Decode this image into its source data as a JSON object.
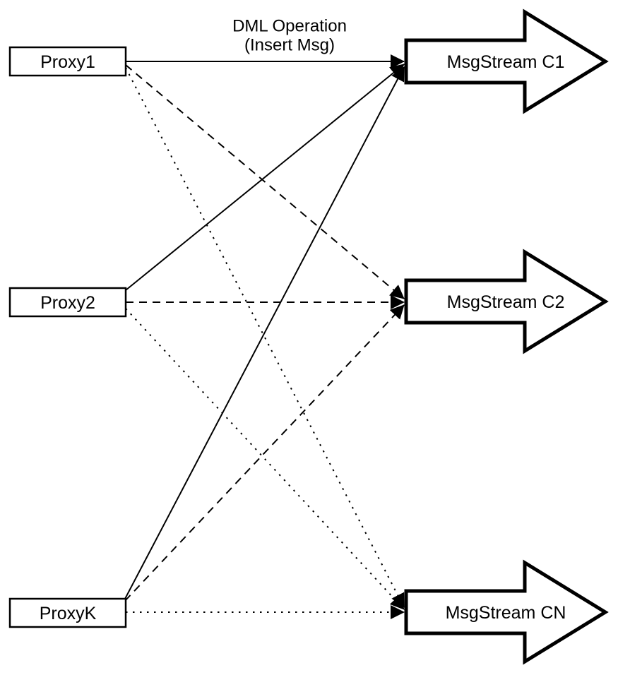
{
  "diagram": {
    "annotation": {
      "line1": "DML Operation",
      "line2": "(Insert Msg)"
    },
    "proxies": [
      {
        "label": "Proxy1"
      },
      {
        "label": "Proxy2"
      },
      {
        "label": "ProxyK"
      }
    ],
    "streams": [
      {
        "label": "MsgStream C1"
      },
      {
        "label": "MsgStream C2"
      },
      {
        "label": "MsgStream CN"
      }
    ],
    "connections": [
      {
        "from": "Proxy1",
        "to": "MsgStream C1",
        "style": "solid",
        "annotation": "DML Operation (Insert Msg)"
      },
      {
        "from": "Proxy1",
        "to": "MsgStream C2",
        "style": "dashed"
      },
      {
        "from": "Proxy1",
        "to": "MsgStream CN",
        "style": "dotted"
      },
      {
        "from": "Proxy2",
        "to": "MsgStream C1",
        "style": "solid"
      },
      {
        "from": "Proxy2",
        "to": "MsgStream C2",
        "style": "dashed"
      },
      {
        "from": "Proxy2",
        "to": "MsgStream CN",
        "style": "dotted"
      },
      {
        "from": "ProxyK",
        "to": "MsgStream C1",
        "style": "solid"
      },
      {
        "from": "ProxyK",
        "to": "MsgStream C2",
        "style": "dashed"
      },
      {
        "from": "ProxyK",
        "to": "MsgStream CN",
        "style": "dotted"
      }
    ],
    "colors": {
      "stroke": "#000000",
      "fill": "#ffffff",
      "background": "#ffffff"
    }
  }
}
